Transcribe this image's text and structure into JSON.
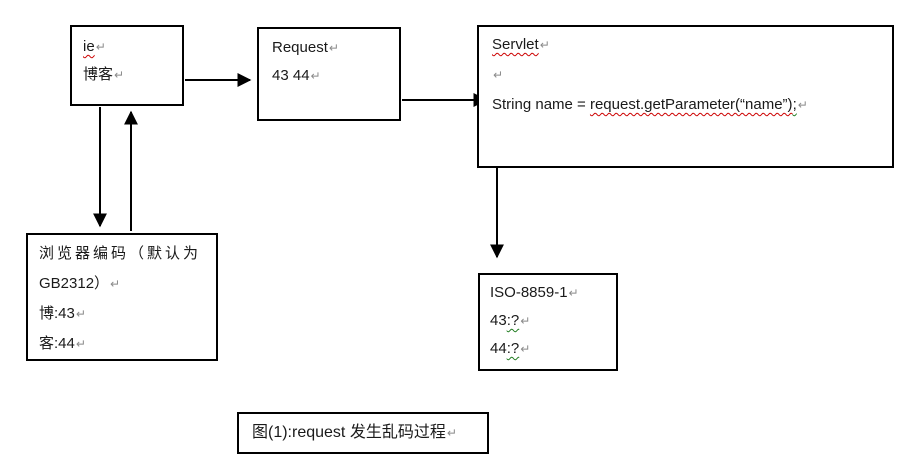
{
  "colors": {
    "bg": "#ffffff",
    "text": "#1a1a1a",
    "line": "#000000",
    "spell": "#cc0000",
    "grammar": "#1e7a1e",
    "pilcrow": "#8a8a8a"
  },
  "pilcrow": "↵",
  "boxes": {
    "ie": {
      "line1": "ie",
      "line2": "博客"
    },
    "request": {
      "line1": "Request",
      "line2": "43 44"
    },
    "servlet": {
      "title": "Servlet",
      "code_plain": "String name = ",
      "code_error": "request.getParameter(“name”)",
      "code_end": ";"
    },
    "browser": {
      "line1": "浏览器编码（默认为",
      "line2": "GB2312）",
      "line3": "博:43",
      "line4": "客:44"
    },
    "iso": {
      "line1": "ISO-8859-1",
      "line2_num": "43",
      "line2_err": ":?",
      "line3_num": "44",
      "line3_err": ":?"
    },
    "caption": {
      "text": "图(1):request 发生乱码过程"
    }
  }
}
